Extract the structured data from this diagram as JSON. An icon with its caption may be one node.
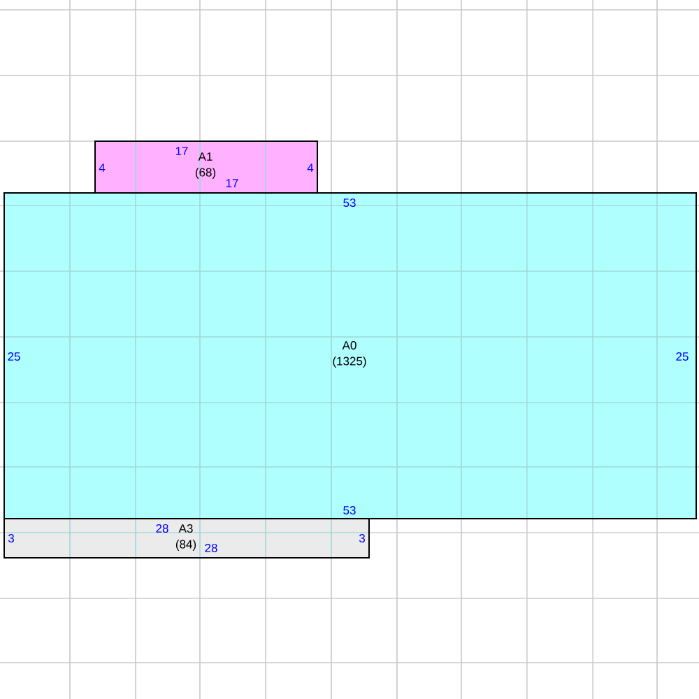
{
  "diagram": {
    "nodes": [
      {
        "text": [
          "53",
          "25",
          "A0",
          "(1325)",
          "25",
          "53"
        ]
      },
      {
        "text": [
          "17",
          "4",
          "A1",
          "(68)",
          "4",
          "17"
        ]
      },
      {
        "text": [
          "28",
          "3",
          "A3",
          "(84)",
          "3",
          "28"
        ]
      }
    ]
  }
}
